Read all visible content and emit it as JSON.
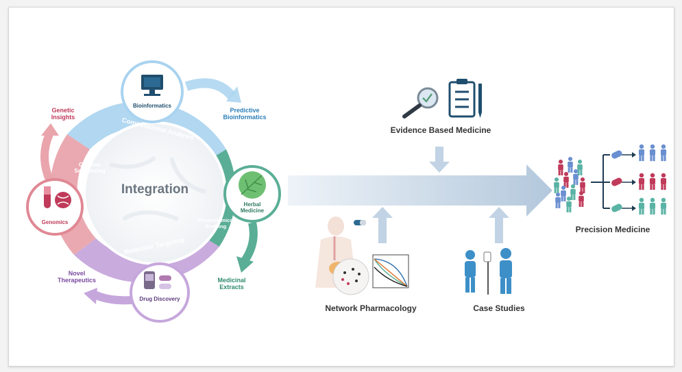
{
  "cycle": {
    "center": "Integration",
    "bands": {
      "computational": "Computational Analysis",
      "genome": "Genome\nSequencing",
      "phytochemical": "Phytochemical\nProfiling",
      "molecular": "Molecular Targeting"
    },
    "nodes": {
      "bioinformatics": "Bioinformatics",
      "herbal": "Herbal\nMedicine",
      "drug": "Drug Discovery",
      "genomics": "Genomics"
    },
    "outputs": {
      "genetic": "Genetic\nInsights",
      "predictive": "Predictive\nBioinformatics",
      "medicinal": "Medicinal\nExtracts",
      "novel": "Novel\nTherapeutics"
    }
  },
  "flow": {
    "evidence": "Evidence Based Medicine",
    "network": "Network Pharmacology",
    "cases": "Case Studies",
    "precision": "Precision  Medicine"
  },
  "colors": {
    "blue": "#a9d3ef",
    "green": "#5aae95",
    "purple": "#c6a7dc",
    "pink": "#e9a4ac",
    "genomics": "#c03a5a",
    "navy": "#1f4e6e",
    "arrow": "#b9cde0"
  }
}
